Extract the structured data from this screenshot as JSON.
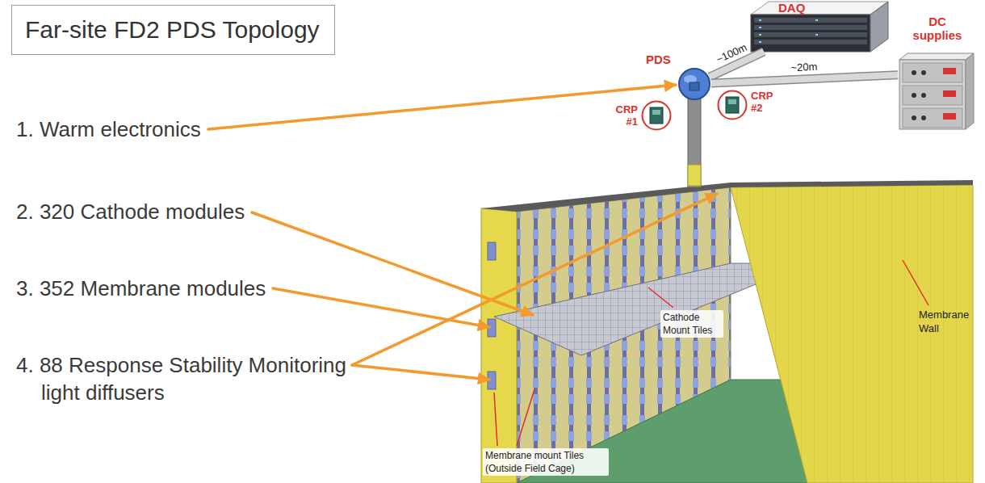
{
  "diagram": {
    "title": "Far-site FD2 PDS Topology",
    "nodes": [
      {
        "text": [
          "DAQ"
        ]
      },
      {
        "text": [
          "DC supplies"
        ]
      },
      {
        "text": [
          "PDS"
        ]
      },
      {
        "text": [
          "CRP #1"
        ]
      },
      {
        "text": [
          "CRP #2"
        ]
      }
    ],
    "edges": [
      {
        "from": 2,
        "to": 0,
        "arrow": "none",
        "label": "~100m"
      },
      {
        "from": 2,
        "to": 1,
        "arrow": "none",
        "label": "~20m"
      }
    ],
    "labels": [
      "1. Warm electronics",
      "2. 320 Cathode modules",
      "3. 352 Membrane modules",
      "4. 88 Response Stability Monitoring light diffusers",
      "Cathode Mount Tiles",
      "Membrane Wall",
      "Membrane mount Tiles (Outside Field Cage)"
    ]
  }
}
